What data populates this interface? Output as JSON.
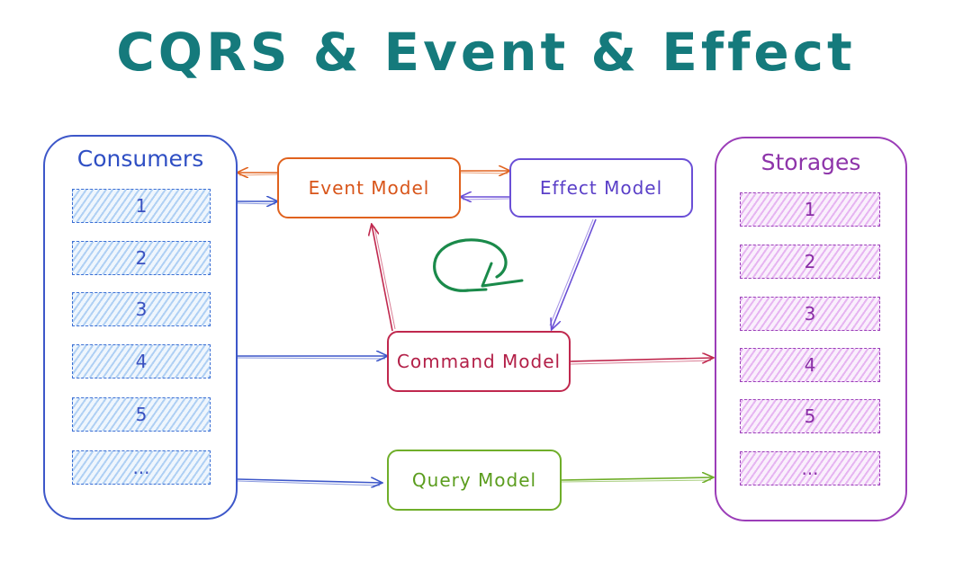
{
  "title": "CQRS & Event & Effect",
  "consumers": {
    "label": "Consumers",
    "items": [
      "1",
      "2",
      "3",
      "4",
      "5",
      "..."
    ]
  },
  "storages": {
    "label": "Storages",
    "items": [
      "1",
      "2",
      "3",
      "4",
      "5",
      "..."
    ]
  },
  "nodes": {
    "event_model": "Event Model",
    "effect_model": "Effect Model",
    "command_model": "Command Model",
    "query_model": "Query Model"
  },
  "colors": {
    "title": "#157a7c",
    "consumers": "#3d57c9",
    "storages": "#9b3db8",
    "event": "#e0621e",
    "effect": "#6a4fd6",
    "command": "#c0284e",
    "query": "#6fae2a",
    "cycle": "#1a8a4a"
  },
  "icons": [
    "cycle-icon"
  ]
}
